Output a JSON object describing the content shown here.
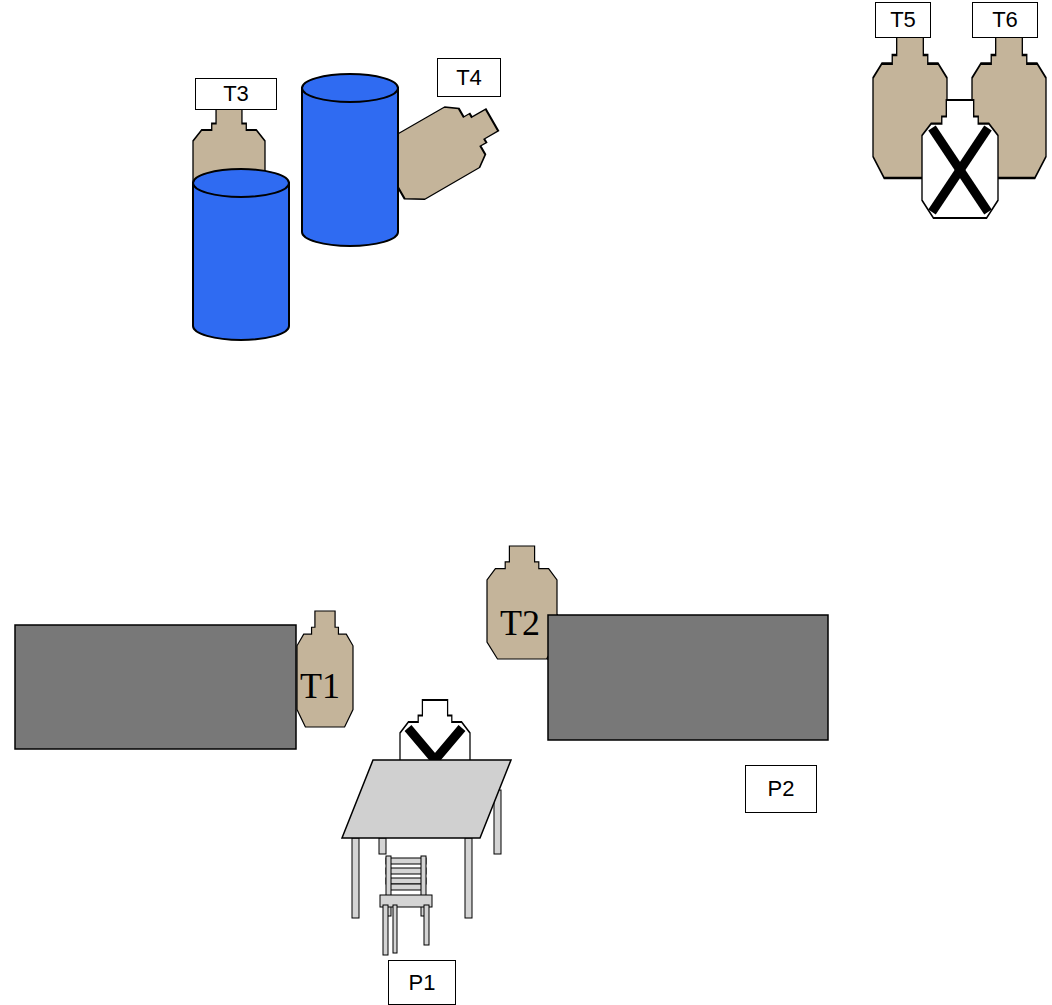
{
  "diagram": {
    "nodes": [
      {
        "text": [
          "T3"
        ]
      },
      {
        "text": [
          "T4"
        ]
      },
      {
        "text": [
          "T5"
        ]
      },
      {
        "text": [
          "T6"
        ]
      },
      {
        "text": [
          "T2"
        ]
      },
      {
        "text": [
          "T1"
        ]
      },
      {
        "text": [
          "P2"
        ]
      },
      {
        "text": [
          "P1"
        ]
      }
    ]
  }
}
